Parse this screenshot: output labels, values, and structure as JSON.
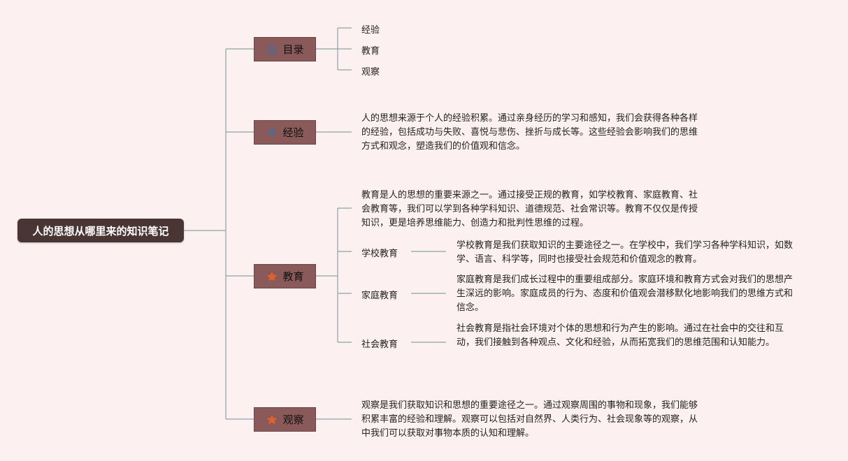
{
  "root": {
    "label": "人的思想从哪里来的知识笔记"
  },
  "branches": {
    "toc": {
      "label": "目录",
      "icon": "outline-star-icon",
      "items": [
        "经验",
        "教育",
        "观察"
      ]
    },
    "experience": {
      "label": "经验",
      "icon": "paper-plane-icon",
      "text": "人的思想来源于个人的经验积累。通过亲身经历的学习和感知，我们会获得各种各样的经验，包括成功与失败、喜悦与悲伤、挫折与成长等。这些经验会影响我们的思维方式和观念，塑造我们的价值观和信念。"
    },
    "education": {
      "label": "教育",
      "icon": "star-icon",
      "text": "教育是人的思想的重要来源之一。通过接受正规的教育，如学校教育、家庭教育、社会教育等，我们可以学到各种学科知识、道德规范、社会常识等。教育不仅仅是传授知识，更是培养思维能力、创造力和批判性思维的过程。",
      "subs": {
        "school": {
          "label": "学校教育",
          "text": "学校教育是我们获取知识的主要途径之一。在学校中，我们学习各种学科知识，如数学、语言、科学等，同时也接受社会规范和价值观念的教育。"
        },
        "family": {
          "label": "家庭教育",
          "text": "家庭教育是我们成长过程中的重要组成部分。家庭环境和教育方式会对我们的思想产生深远的影响。家庭成员的行为、态度和价值观会潜移默化地影响我们的思维方式和信念。"
        },
        "society": {
          "label": "社会教育",
          "text": "社会教育是指社会环境对个体的思想和行为产生的影响。通过在社会中的交往和互动，我们接触到各种观点、文化和经验，从而拓宽我们的思维范围和认知能力。"
        }
      }
    },
    "observation": {
      "label": "观察",
      "icon": "star-icon",
      "text": "观察是我们获取知识和思想的重要途径之一。通过观察周围的事物和现象，我们能够积累丰富的经验和理解。观察可以包括对自然界、人类行为、社会现象等的观察，从中我们可以获取对事物本质的认知和理解。"
    }
  },
  "colors": {
    "background": "#fdf0f0",
    "root_fill": "#4a3535",
    "branch_fill": "#8a5a5a",
    "connector": "#8aa3a3",
    "icon_blue": "#3a6fa8",
    "icon_orange": "#e0622a"
  }
}
